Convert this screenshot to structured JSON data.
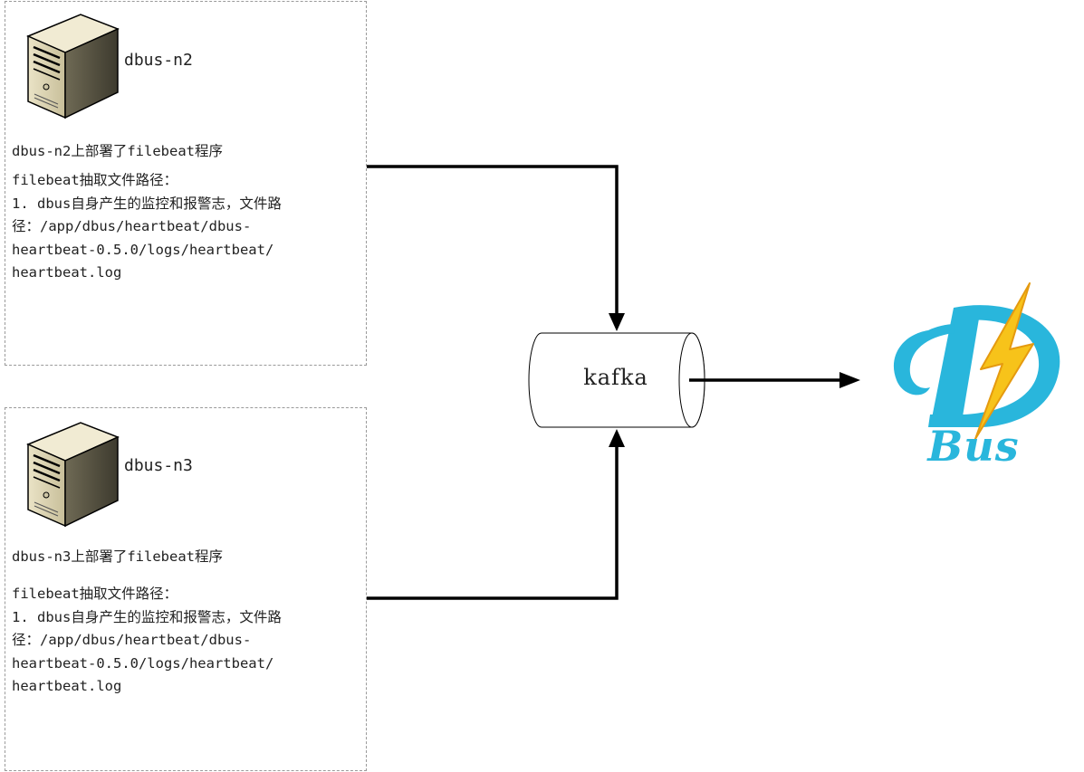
{
  "nodes": [
    {
      "name": "dbus-n2",
      "deploy_note": "dbus-n2上部署了filebeat程序",
      "path_lines": [
        "filebeat抽取文件路径：",
        "1. dbus自身产生的监控和报警志，文件路",
        "径：/app/dbus/heartbeat/dbus-",
        "heartbeat-0.5.0/logs/heartbeat/",
        "heartbeat.log"
      ]
    },
    {
      "name": "dbus-n3",
      "deploy_note": "dbus-n3上部署了filebeat程序",
      "path_lines": [
        "filebeat抽取文件路径：",
        "1. dbus自身产生的监控和报警志，文件路",
        "径：/app/dbus/heartbeat/dbus-",
        "heartbeat-0.5.0/logs/heartbeat/",
        "heartbeat.log"
      ]
    }
  ],
  "queue": {
    "label": "kafka"
  },
  "logo": {
    "letter": "D",
    "text": "Bus",
    "icon": "lightning-bolt-icon",
    "colors": {
      "primary": "#29b6dc",
      "bolt": "#f7c31a",
      "bolt_edge": "#e59a0f"
    }
  },
  "edges": [
    {
      "from": "dbus-n2",
      "to": "kafka"
    },
    {
      "from": "dbus-n3",
      "to": "kafka"
    },
    {
      "from": "kafka",
      "to": "Bus"
    }
  ]
}
